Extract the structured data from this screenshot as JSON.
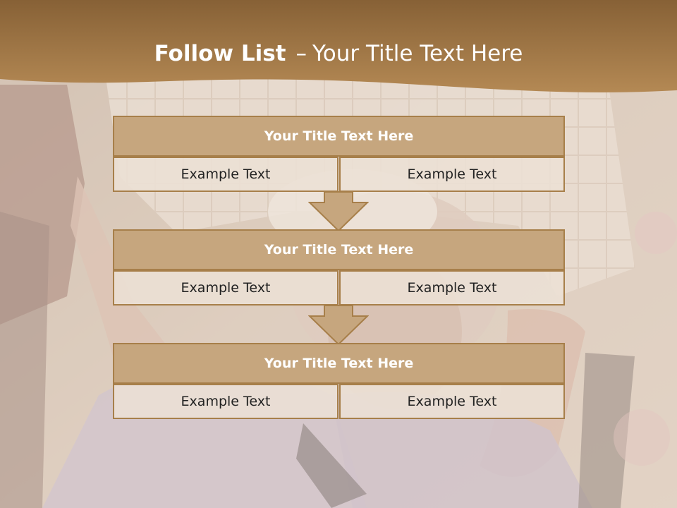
{
  "title": {
    "bold": "Follow List",
    "separator": "–",
    "rest": "Your Title Text Here"
  },
  "colors": {
    "header": "#a87c46",
    "block_header": "#c6a67e",
    "border": "#a77f4a",
    "cell": "#ece0d5"
  },
  "steps": [
    {
      "title": "Your Title Text Here",
      "items": [
        "Example Text",
        "Example Text"
      ]
    },
    {
      "title": "Your Title Text Here",
      "items": [
        "Example Text",
        "Example Text"
      ]
    },
    {
      "title": "Your Title Text Here",
      "items": [
        "Example Text",
        "Example Text"
      ]
    }
  ],
  "connectors": [
    "down-arrow-icon",
    "down-arrow-icon"
  ]
}
